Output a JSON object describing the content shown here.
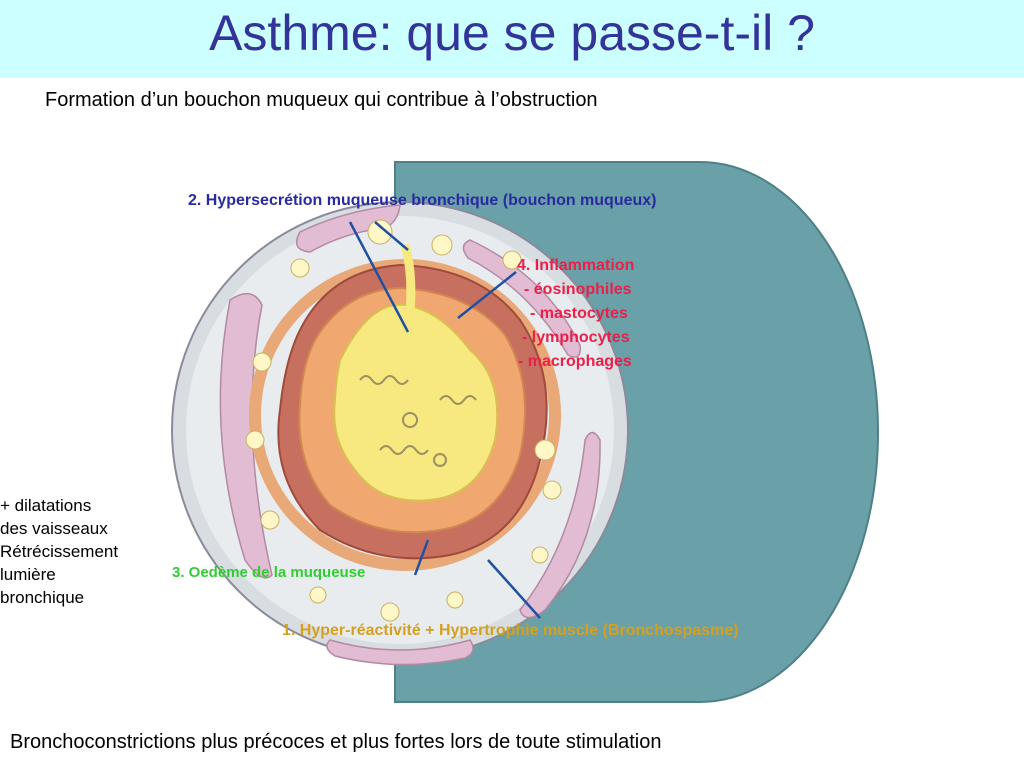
{
  "title": "Asthme: que se passe-t-il ?",
  "subtitle": "Formation d’un bouchon muqueux qui contribue à l’obstruction",
  "footer": "Bronchoconstrictions plus précoces et plus fortes lors de toute stimulation",
  "side_note": [
    "+ dilatations",
    "des vaisseaux",
    "Rétrécissement",
    "lumière",
    "bronchique"
  ],
  "diagram": {
    "label_2": "2. Hypersecrétion muqueuse bronchique (bouchon muqueux)",
    "label_4": [
      "4. Inflammation",
      "- éosinophiles",
      "- mastocytes",
      "- lymphocytes",
      "- macrophages"
    ],
    "label_3": "3. Oedème de la muqueuse",
    "label_1": "1. Hyper-réactivité + Hypertrophie muscle (Bronchospasme)"
  },
  "colors": {
    "title_bg": "#ccffff",
    "title_text": "#333399",
    "label_2": "#2a2aa0",
    "label_4": "#e8204a",
    "label_3": "#33cc33",
    "label_1": "#d4a020",
    "tube": "#6aa0a8",
    "cartilage": "#e2bcd2",
    "mucus": "#f8e880"
  }
}
